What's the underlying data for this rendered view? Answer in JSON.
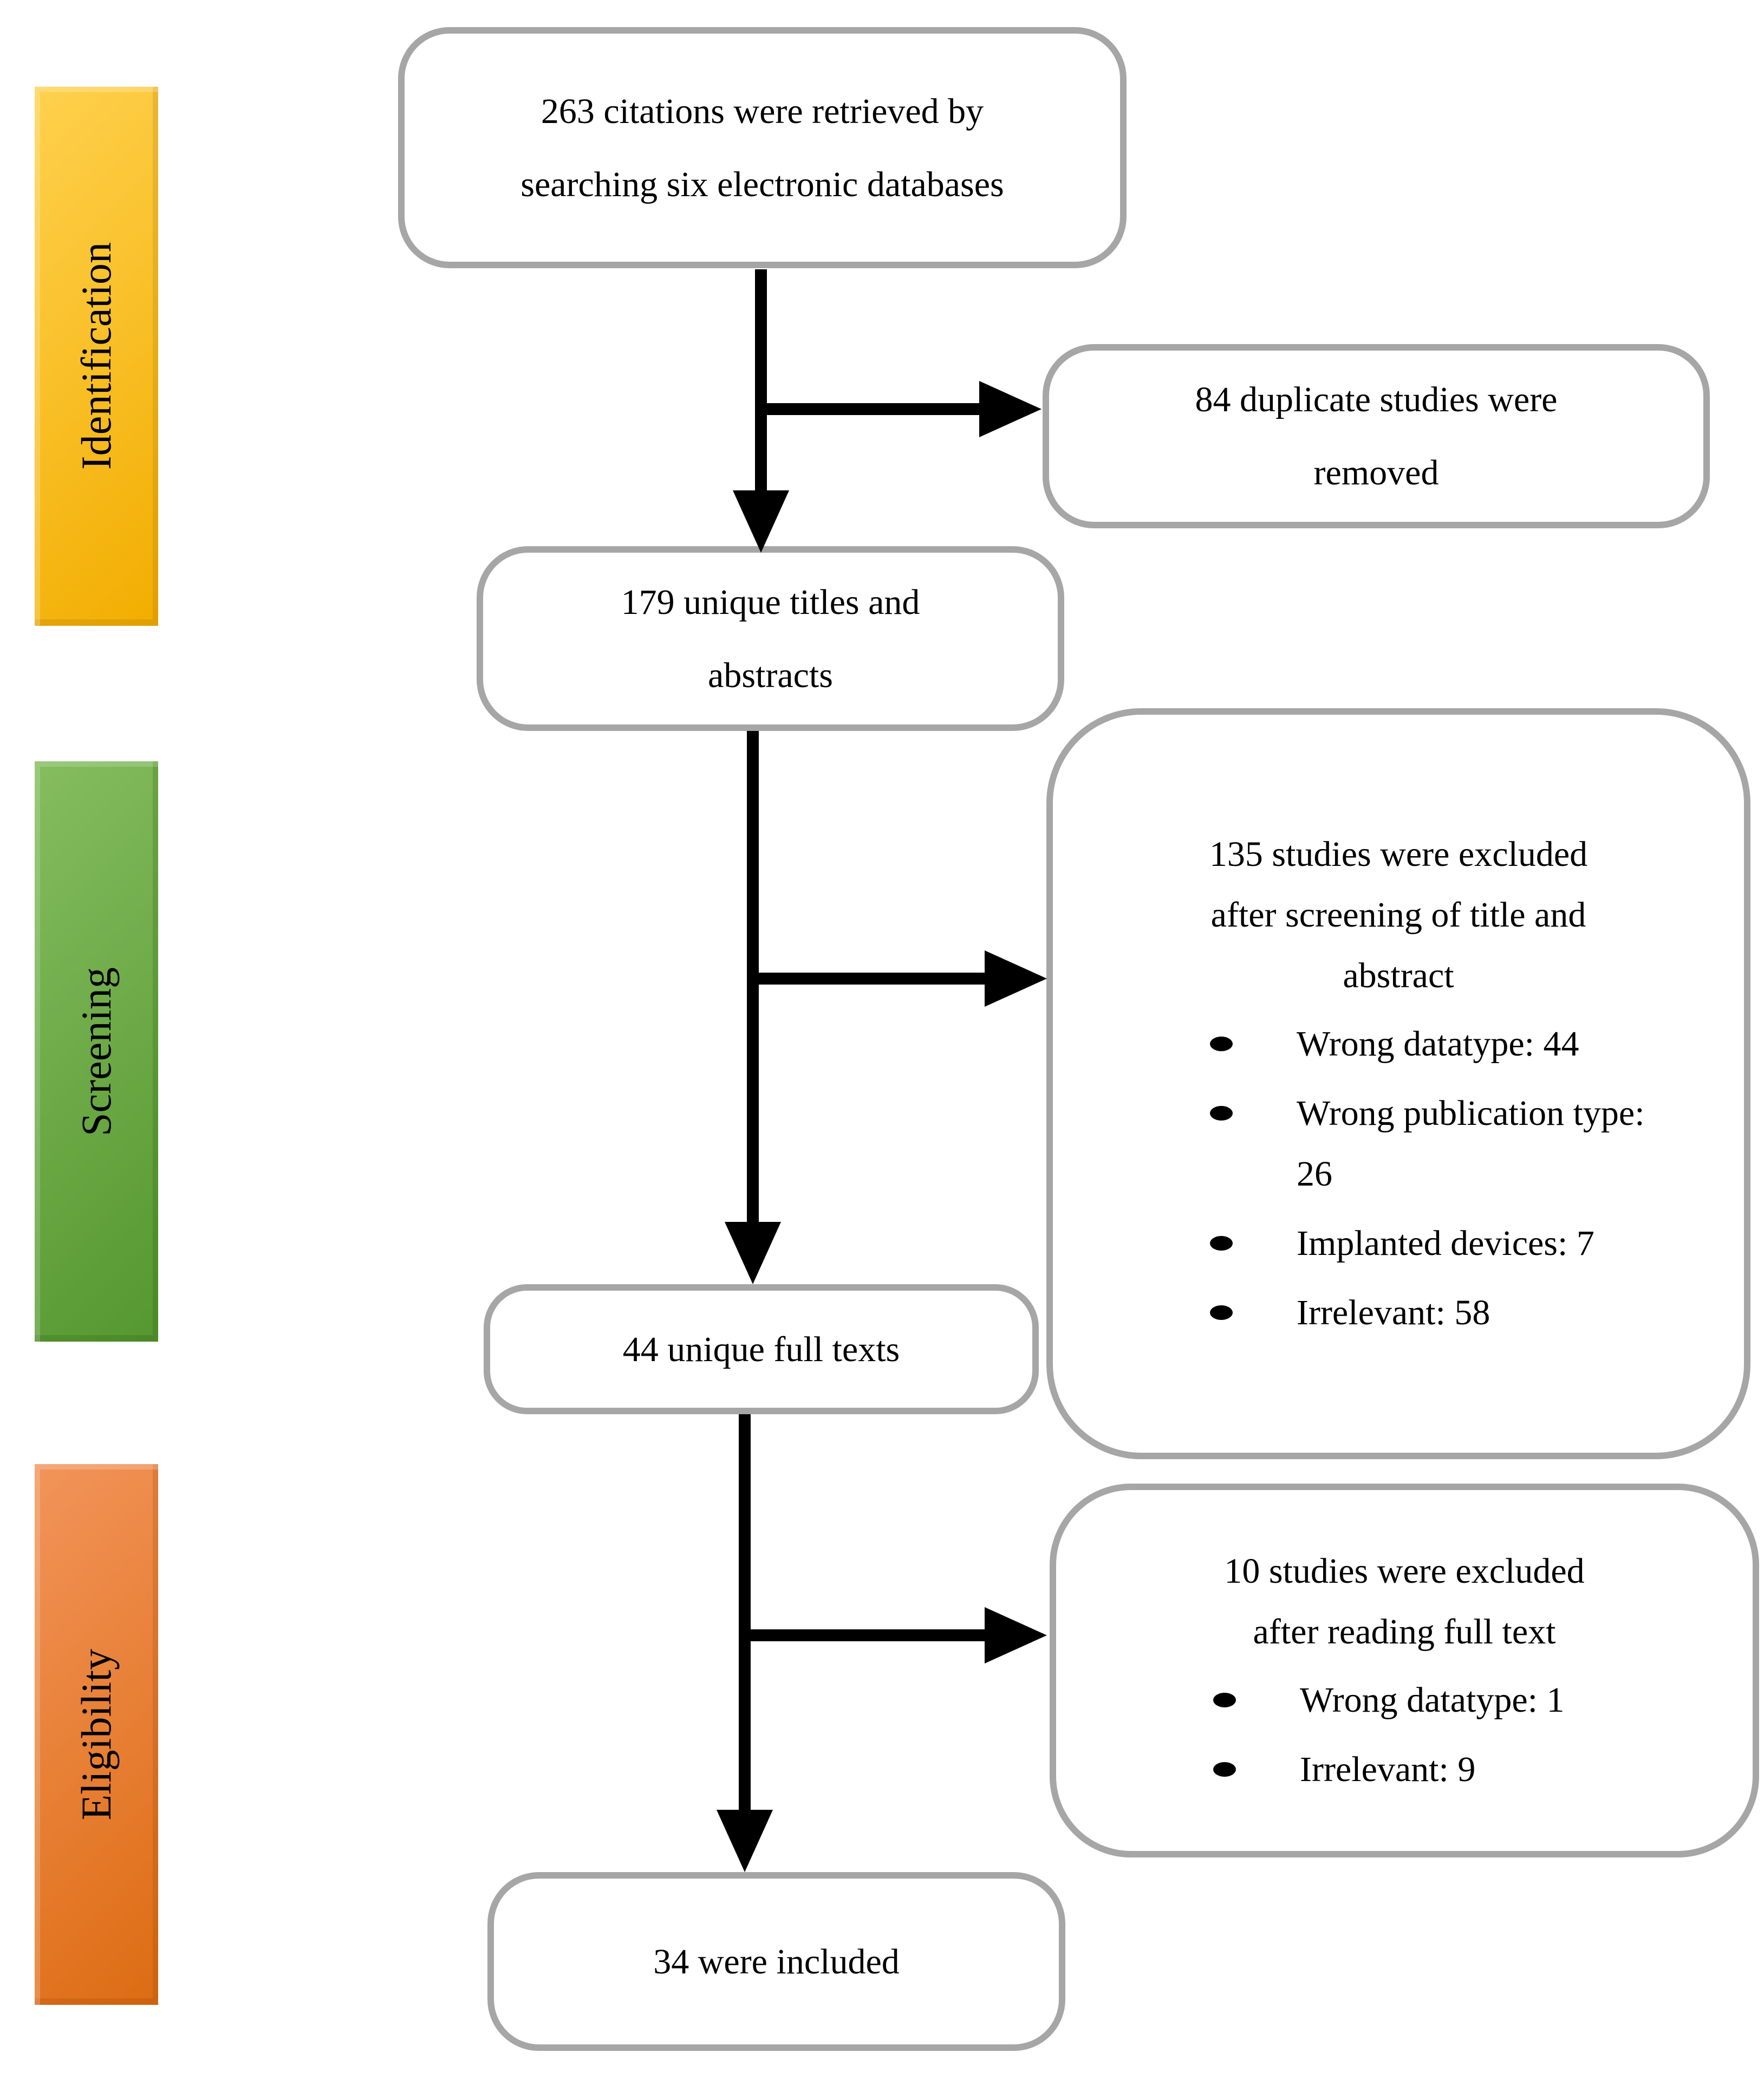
{
  "stages": [
    {
      "id": "identification",
      "label": "Identification"
    },
    {
      "id": "screening",
      "label": "Screening"
    },
    {
      "id": "eligibility",
      "label": "Eligibility"
    }
  ],
  "boxes": {
    "retrieved": {
      "lines": [
        "263 citations were retrieved by",
        "searching six electronic databases"
      ]
    },
    "duplicates_removed": {
      "lines": [
        "84 duplicate studies were",
        "removed"
      ]
    },
    "unique_titles": {
      "lines": [
        "179 unique titles and",
        "abstracts"
      ]
    },
    "screening_excluded": {
      "lines": [
        "135 studies were excluded",
        "after screening of title and",
        "abstract"
      ],
      "bullets": [
        "Wrong datatype: 44",
        "Wrong publication type: 26",
        "Implanted devices: 7",
        "Irrelevant: 58"
      ]
    },
    "full_texts": {
      "lines": [
        "44 unique full texts"
      ]
    },
    "fulltext_excluded": {
      "lines": [
        "10 studies were excluded",
        "after reading full text"
      ],
      "bullets": [
        "Wrong datatype: 1",
        "Irrelevant: 9"
      ]
    },
    "included": {
      "lines": [
        "34 were included"
      ]
    }
  },
  "colors": {
    "border_gray": "#a6a6a6",
    "arrow_black": "#000000",
    "identification_from": "#ffd14e",
    "identification_to": "#f2ad00",
    "screening_from": "#85bd5f",
    "screening_to": "#559730",
    "eligibility_from": "#f2945a",
    "eligibility_to": "#dd6c12"
  }
}
